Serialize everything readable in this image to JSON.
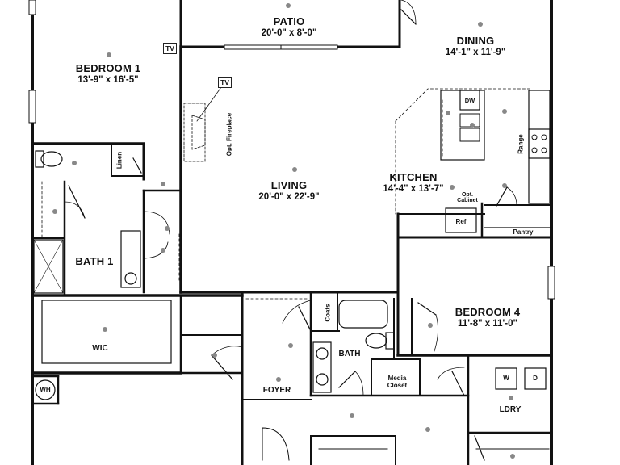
{
  "rooms": {
    "patio": {
      "name": "PATIO",
      "dims": "20'-0\" x 8'-0\""
    },
    "dining": {
      "name": "DINING",
      "dims": "14'-1\" x 11'-9\""
    },
    "bedroom1": {
      "name": "BEDROOM 1",
      "dims": "13'-9\" x 16'-5\""
    },
    "living": {
      "name": "LIVING",
      "dims": "20'-0\" x 22'-9\""
    },
    "kitchen": {
      "name": "KITCHEN",
      "dims": "14'-4\" x 13'-7\""
    },
    "bath1": {
      "name": "BATH 1"
    },
    "wic": {
      "name": "WIC"
    },
    "bedroom4": {
      "name": "BEDROOM 4",
      "dims": "11'-8\" x 11'-0\""
    },
    "bath": {
      "name": "BATH"
    },
    "foyer": {
      "name": "FOYER"
    },
    "media_closet": {
      "line1": "Media",
      "line2": "Closet"
    },
    "laundry": {
      "name": "LDRY"
    },
    "pantry": {
      "name": "Pantry"
    }
  },
  "fixtures": {
    "tv1": "TV",
    "tv2": "TV",
    "fireplace": "Opt. Fireplace",
    "linen": "Linen",
    "coats": "Coats",
    "range": "Range",
    "dw": "DW",
    "ref": "Ref",
    "opt_cabinet_line1": "Opt.",
    "opt_cabinet_line2": "Cabinet",
    "wh": "WH",
    "washer": "W",
    "dryer": "D"
  }
}
